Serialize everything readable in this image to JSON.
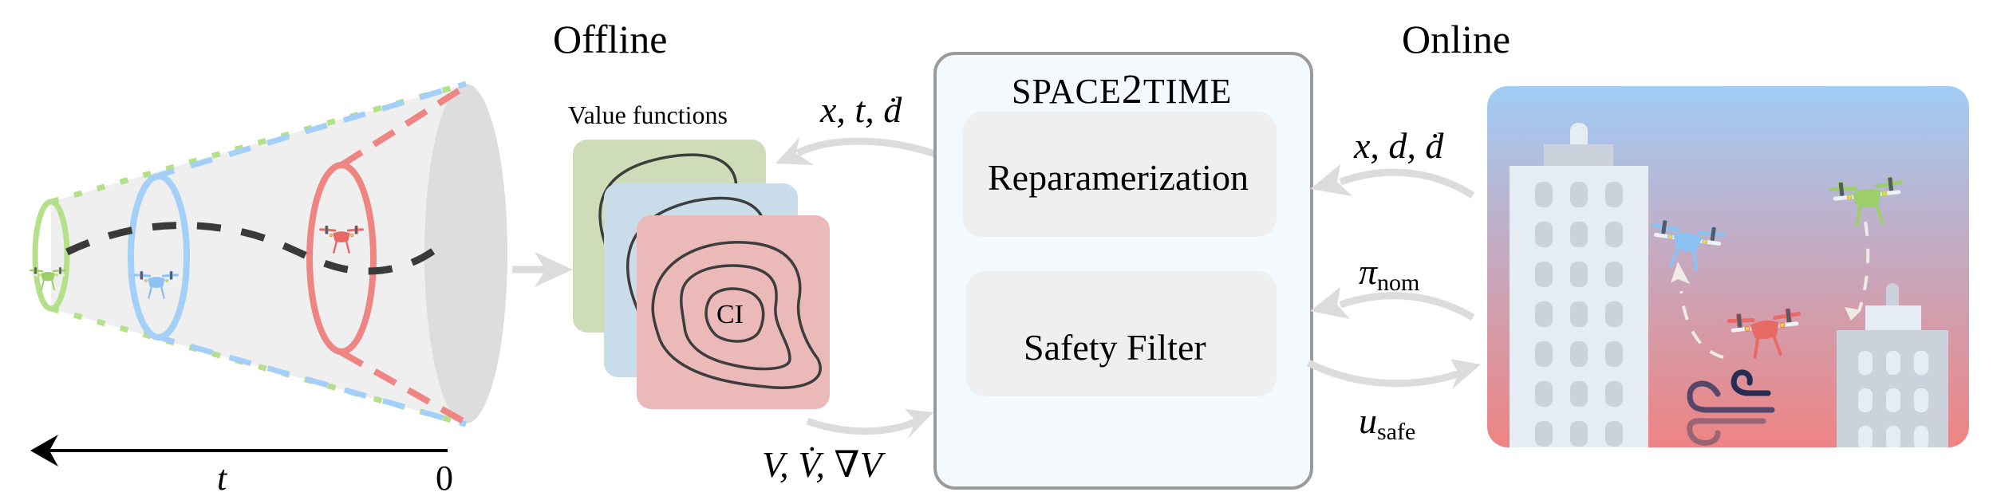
{
  "sections": {
    "offline": "Offline",
    "online": "Online"
  },
  "left_panel": {
    "time_axis_label": "t",
    "time_origin_label": "0",
    "tube_slices": [
      {
        "color_name": "green",
        "color": "#b5e08a"
      },
      {
        "color_name": "blue",
        "color": "#a3cff8"
      },
      {
        "color_name": "red",
        "color": "#ee8583"
      }
    ],
    "trajectory_color": "#3a3a3a",
    "tube_fill": "#efefef",
    "end_cap_fill": "#dddddd"
  },
  "value_functions": {
    "title": "Value functions",
    "center_label": "CI",
    "cards": [
      {
        "name": "green-card",
        "color": "#cfdcb9"
      },
      {
        "name": "blue-card",
        "color": "#c9dcea"
      },
      {
        "name": "red-card",
        "color": "#ecb9b9"
      }
    ]
  },
  "arrows": {
    "to_value_functions_label": "x, t, ḋ",
    "from_value_functions_label": "V, V̇, ∇V",
    "scene_to_reparam_label": "x, d, ḋ",
    "scene_to_filter_label_main": "π",
    "scene_to_filter_label_sub": "nom",
    "filter_to_scene_label_main": "u",
    "filter_to_scene_label_sub": "safe",
    "arrow_color": "#dcdcdc"
  },
  "space2time": {
    "title_prefix": "SPACE",
    "title_digit": "2",
    "title_suffix": "TIME",
    "modules": [
      {
        "label": "Reparamerization"
      },
      {
        "label": "Safety Filter"
      }
    ],
    "box_fill": "#f4f9fe",
    "box_border": "#9a9a9a",
    "module_fill": "#efefef"
  },
  "scene": {
    "sky_top": "#a1ccf6",
    "sky_bottom": "#ee8383",
    "drones": [
      {
        "color_name": "blue",
        "color": "#8cc2f2"
      },
      {
        "color_name": "green",
        "color": "#9ccf6a"
      },
      {
        "color_name": "red",
        "color": "#e86a66"
      }
    ],
    "wind_icon_color": "#2a2d55"
  }
}
